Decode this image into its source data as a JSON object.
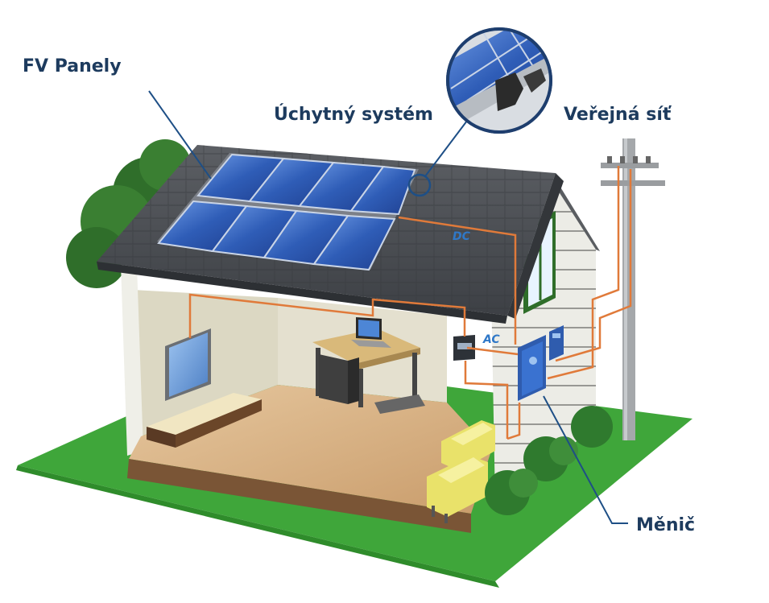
{
  "labels": {
    "panels": "FV Panely",
    "mounting": "Úchytný systém",
    "grid": "Veřejná síť",
    "inverter": "Měnič"
  },
  "wires": {
    "dc": "DC",
    "ac": "AC"
  },
  "colors": {
    "label": "#1d3b5e",
    "pointer": "#1e4f86",
    "wire": "#e07a3a",
    "roof": "#4a4d52",
    "panel": "#2f5db7",
    "grass": "#3fa63a",
    "floor": "#d8b48a",
    "wall_outer": "#e9e9e2",
    "wall_inner": "#e4e0cf"
  }
}
